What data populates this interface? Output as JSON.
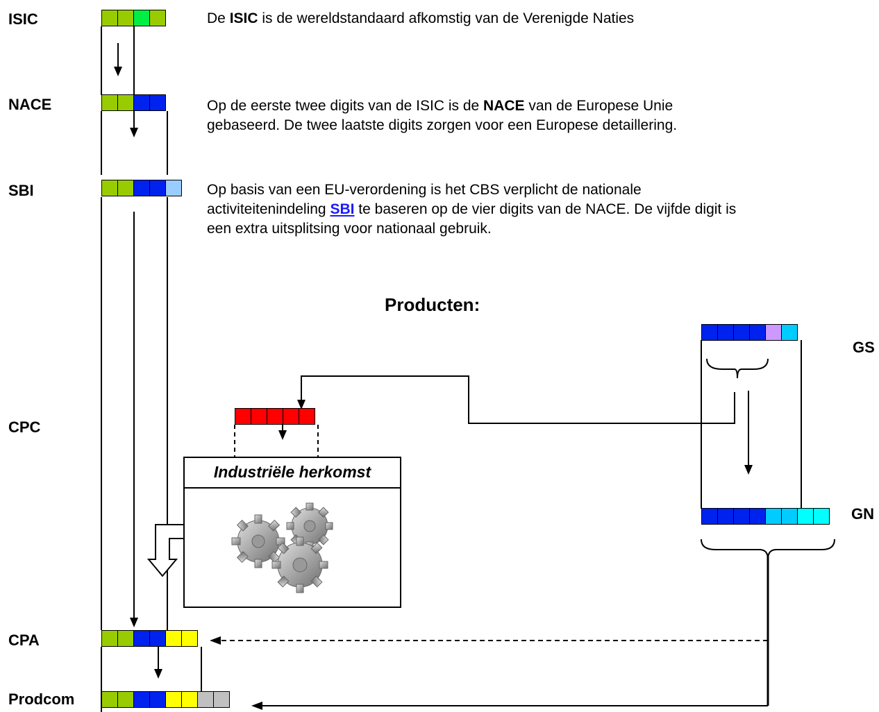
{
  "labels": {
    "isic": "ISIC",
    "nace": "NACE",
    "sbi": "SBI",
    "cpc": "CPC",
    "cpa": "CPA",
    "prodcom": "Prodcom",
    "gs": "GS",
    "gn": "GN"
  },
  "descriptions": {
    "isic": {
      "pre": "De ",
      "bold": "ISIC",
      "post": " is de wereldstandaard afkomstig van de Verenigde Naties"
    },
    "nace": {
      "pre": "Op de eerste twee digits van de ISIC is de ",
      "bold": "NACE",
      "post": " van de Europese Unie",
      "line2": "gebaseerd. De twee laatste digits zorgen voor een Europese detaillering."
    },
    "sbi": {
      "line1": "Op basis van een EU-verordening is het CBS verplicht de nationale",
      "pre2": "activiteitenindeling ",
      "link": "SBI",
      "post2": " te baseren op de vier digits van de NACE. De vijfde digit is",
      "line3": "een extra uitsplitsing voor nationaal gebruik."
    }
  },
  "heading": "Producten:",
  "box_title": "Industriële herkomst",
  "colors": {
    "green": "#99cc00",
    "bright_green": "#00ee44",
    "blue": "#0022ee",
    "light_blue": "#99ccff",
    "red": "#ff0000",
    "yellow": "#ffff00",
    "gray": "#c0c0c0",
    "lavender": "#cc99ff",
    "cyan": "#00ccff",
    "light_cyan": "#00ffff"
  },
  "digit_rows": {
    "isic": [
      "green",
      "green",
      "bright_green",
      "green"
    ],
    "nace": [
      "green",
      "green",
      "blue",
      "blue"
    ],
    "sbi": [
      "green",
      "green",
      "blue",
      "blue",
      "light_blue"
    ],
    "cpc": [
      "red",
      "red",
      "red",
      "red",
      "red"
    ],
    "cpa": [
      "green",
      "green",
      "blue",
      "blue",
      "yellow",
      "yellow"
    ],
    "prodcom": [
      "green",
      "green",
      "blue",
      "blue",
      "yellow",
      "yellow",
      "gray",
      "gray"
    ],
    "gs": [
      "blue",
      "blue",
      "blue",
      "blue",
      "lavender",
      "cyan"
    ],
    "gn": [
      "blue",
      "blue",
      "blue",
      "blue",
      "cyan",
      "cyan",
      "light_cyan",
      "light_cyan"
    ]
  },
  "icons": {
    "gears": "gears-icon"
  }
}
